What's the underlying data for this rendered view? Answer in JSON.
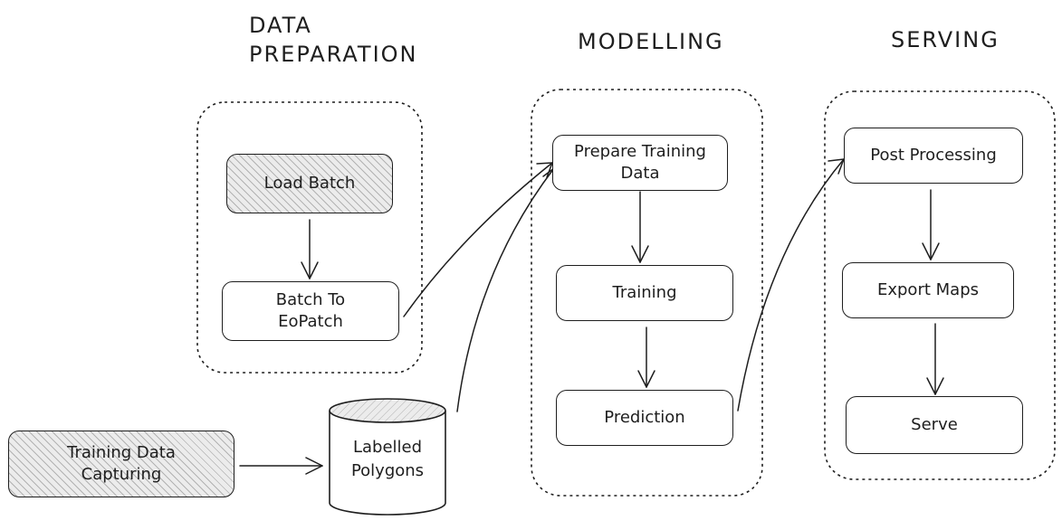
{
  "stages": {
    "data_preparation": "DATA\nPREPARATION",
    "modelling": "MODELLING",
    "serving": "SERVING"
  },
  "nodes": {
    "load_batch": "Load Batch",
    "batch_to_eopatch": "Batch To\nEoPatch",
    "training_data_capturing": "Training Data\nCapturing",
    "labelled_polygons": "Labelled\nPolygons",
    "prepare_training_data": "Prepare Training\nData",
    "training": "Training",
    "prediction": "Prediction",
    "post_processing": "Post Processing",
    "export_maps": "Export Maps",
    "serve": "Serve"
  },
  "colors": {
    "stroke": "#1e1e1e",
    "hatched_fill": "#ececec",
    "background": "#ffffff"
  }
}
